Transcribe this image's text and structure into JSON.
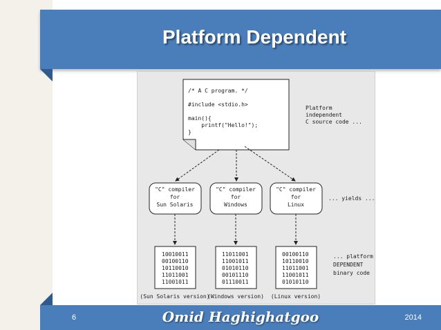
{
  "slide": {
    "title": "Platform Dependent",
    "number": "6",
    "author": "Omid Haghighatgoo",
    "year": "2014"
  },
  "diagram": {
    "source_code": [
      "/* A C  program.   */",
      "#include <stdio.h>",
      "main(){",
      "    printf(\"Hello!\");",
      "}"
    ],
    "source_note": [
      "Platform",
      "independent",
      "C source code ..."
    ],
    "compilers": [
      {
        "lines": [
          "\"C\" compiler",
          "for",
          "Sun Solaris"
        ]
      },
      {
        "lines": [
          "\"C\" compiler",
          "for",
          "Windows"
        ]
      },
      {
        "lines": [
          "\"C\" compiler",
          "for",
          "Linux"
        ]
      }
    ],
    "yields_note": "... yields ...",
    "binaries": [
      {
        "lines": [
          "10010011",
          "00100110",
          "10110010",
          "11011001",
          "11001011"
        ],
        "caption": "(Sun Solaris version)"
      },
      {
        "lines": [
          "11011001",
          "11001011",
          "01010110",
          "00101110",
          "01110011"
        ],
        "caption": "(Windows version)"
      },
      {
        "lines": [
          "00100110",
          "10110010",
          "11011001",
          "11001011",
          "01010110"
        ],
        "caption": "(Linux version)"
      }
    ],
    "binary_note": [
      "... platform",
      "DEPENDENT",
      "binary code"
    ]
  }
}
